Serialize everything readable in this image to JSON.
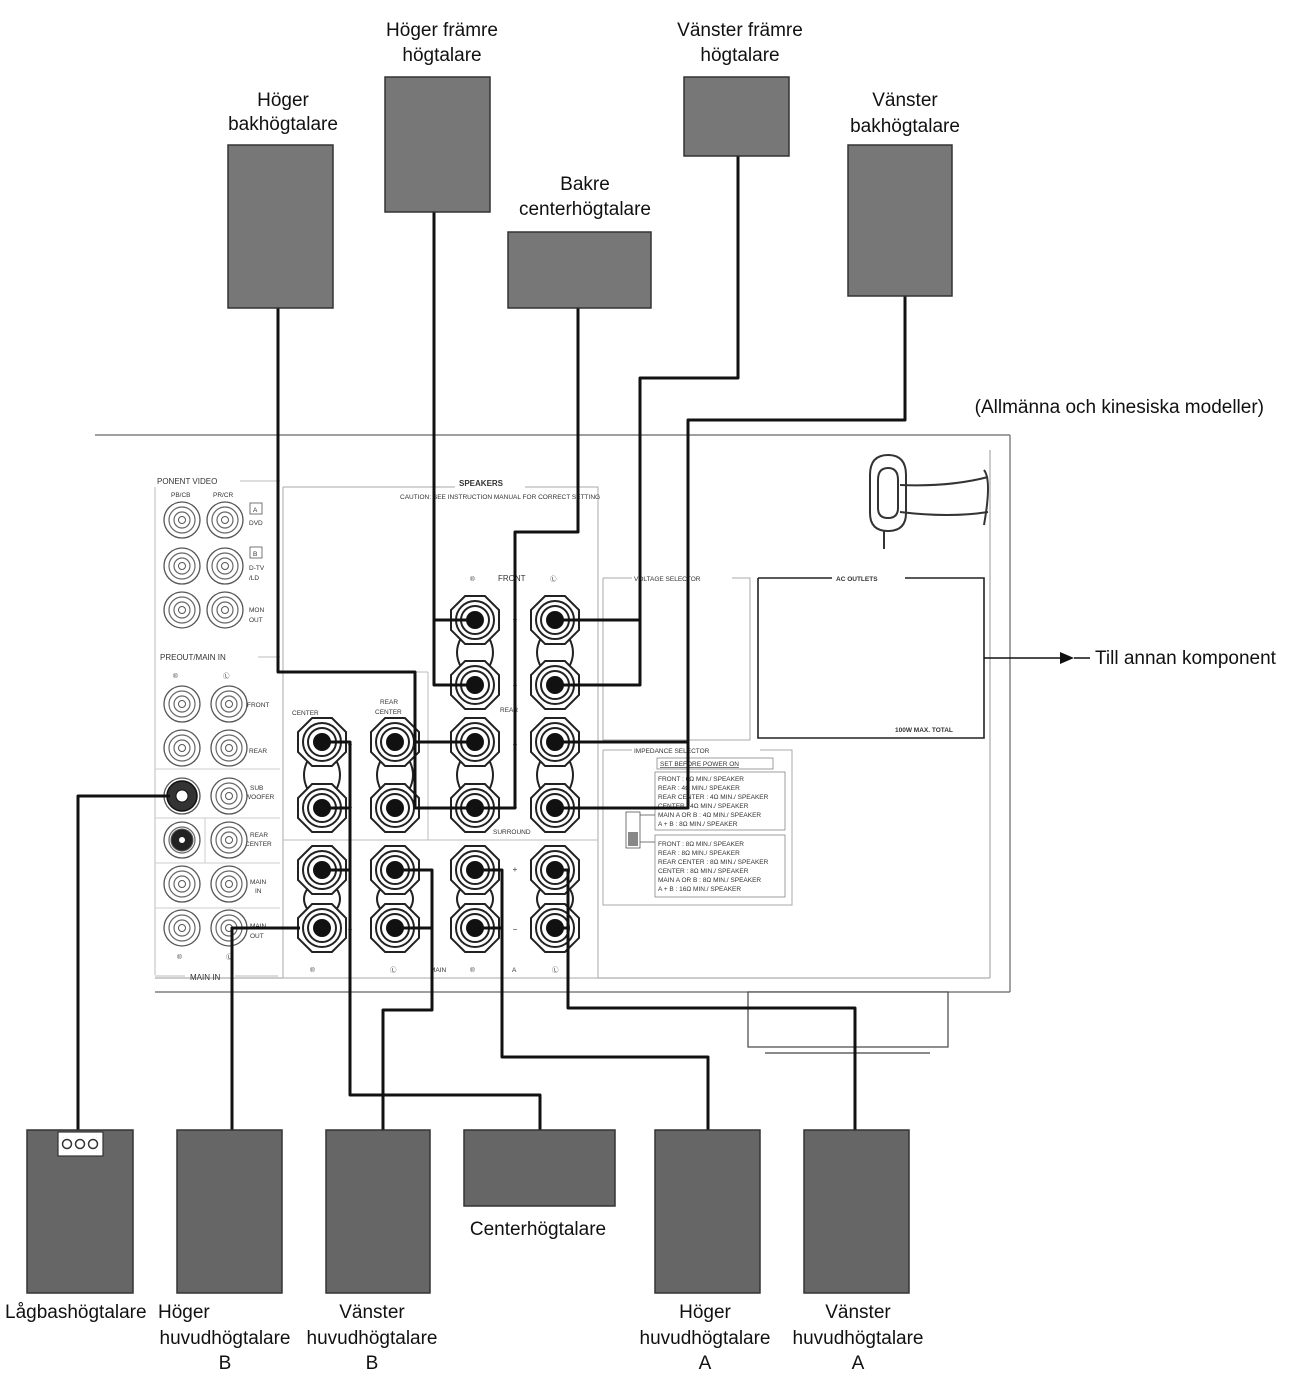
{
  "note": "(Allmänna och kinesiska modeller)",
  "outlet_caption": "Till annan komponent",
  "speakers": {
    "right_rear": [
      "Höger",
      "bakhögtalare"
    ],
    "right_front": [
      "Höger främre",
      "högtalare"
    ],
    "rear_center": [
      "Bakre",
      "centerhögtalare"
    ],
    "left_front": [
      "Vänster främre",
      "högtalare"
    ],
    "left_rear": [
      "Vänster",
      "bakhögtalare"
    ],
    "subwoofer": [
      "Lågbashögtalare"
    ],
    "right_main_b": [
      "Höger",
      "huvudhögtalare",
      "B"
    ],
    "left_main_b": [
      "Vänster",
      "huvudhögtalare",
      "B"
    ],
    "center": [
      "Centerhögtalare"
    ],
    "right_main_a": [
      "Höger",
      "huvudhögtalare",
      "A"
    ],
    "left_main_a": [
      "Vänster",
      "huvudhögtalare",
      "A"
    ]
  },
  "panel": {
    "component_video": "PONENT VIDEO",
    "pb_cb": "PB/CB",
    "pr_cr": "PR/CR",
    "dvd_tag": "A",
    "dvd": "DVD",
    "dtv_tag": "B",
    "dtv": [
      "D-TV",
      "/LD"
    ],
    "mon_out": [
      "MON",
      "OUT"
    ],
    "preout_main_in": "PREOUT/MAIN IN",
    "r": "®",
    "l": "Ⓛ",
    "front": "FRONT",
    "rear": "REAR",
    "sub_woofer": [
      "SUB",
      "WOOFER"
    ],
    "rear_center": [
      "REAR",
      "CENTER"
    ],
    "main_in": [
      "MAIN",
      "IN"
    ],
    "main_out": [
      "MAIN",
      "OUT"
    ],
    "main_in_footer": "MAIN IN",
    "speakers_title": "SPEAKERS",
    "caution": "CAUTION: SEE INSTRUCTION MANUAL FOR CORRECT SETTING",
    "front_label": "FRONT",
    "rear_label": "REAR",
    "surround_label": "SURROUND",
    "center_label": "CENTER",
    "rear_center_label": [
      "REAR",
      "CENTER"
    ],
    "main_label": "MAIN",
    "a_label": "A",
    "voltage_selector": "VOLTAGE SELECTOR",
    "ac_outlets": "AC OUTLETS",
    "ac_rating": "100W MAX. TOTAL",
    "impedance_selector": "IMPEDANCE SELECTOR",
    "set_before": "SET BEFORE POWER ON",
    "imp_table_1": [
      "FRONT : 6Ω MIN./ SPEAKER",
      "REAR : 4Ω MIN./ SPEAKER",
      "REAR CENTER : 4Ω MIN./ SPEAKER",
      "CENTER : 4Ω MIN./ SPEAKER",
      "MAIN A OR B : 4Ω MIN./ SPEAKER",
      "A + B : 8Ω MIN./ SPEAKER"
    ],
    "imp_table_2": [
      "FRONT : 8Ω MIN./ SPEAKER",
      "REAR : 8Ω MIN./ SPEAKER",
      "REAR CENTER : 8Ω MIN./ SPEAKER",
      "CENTER : 8Ω MIN./ SPEAKER",
      "MAIN A OR B : 8Ω MIN./ SPEAKER",
      "A + B : 16Ω MIN./ SPEAKER"
    ]
  }
}
